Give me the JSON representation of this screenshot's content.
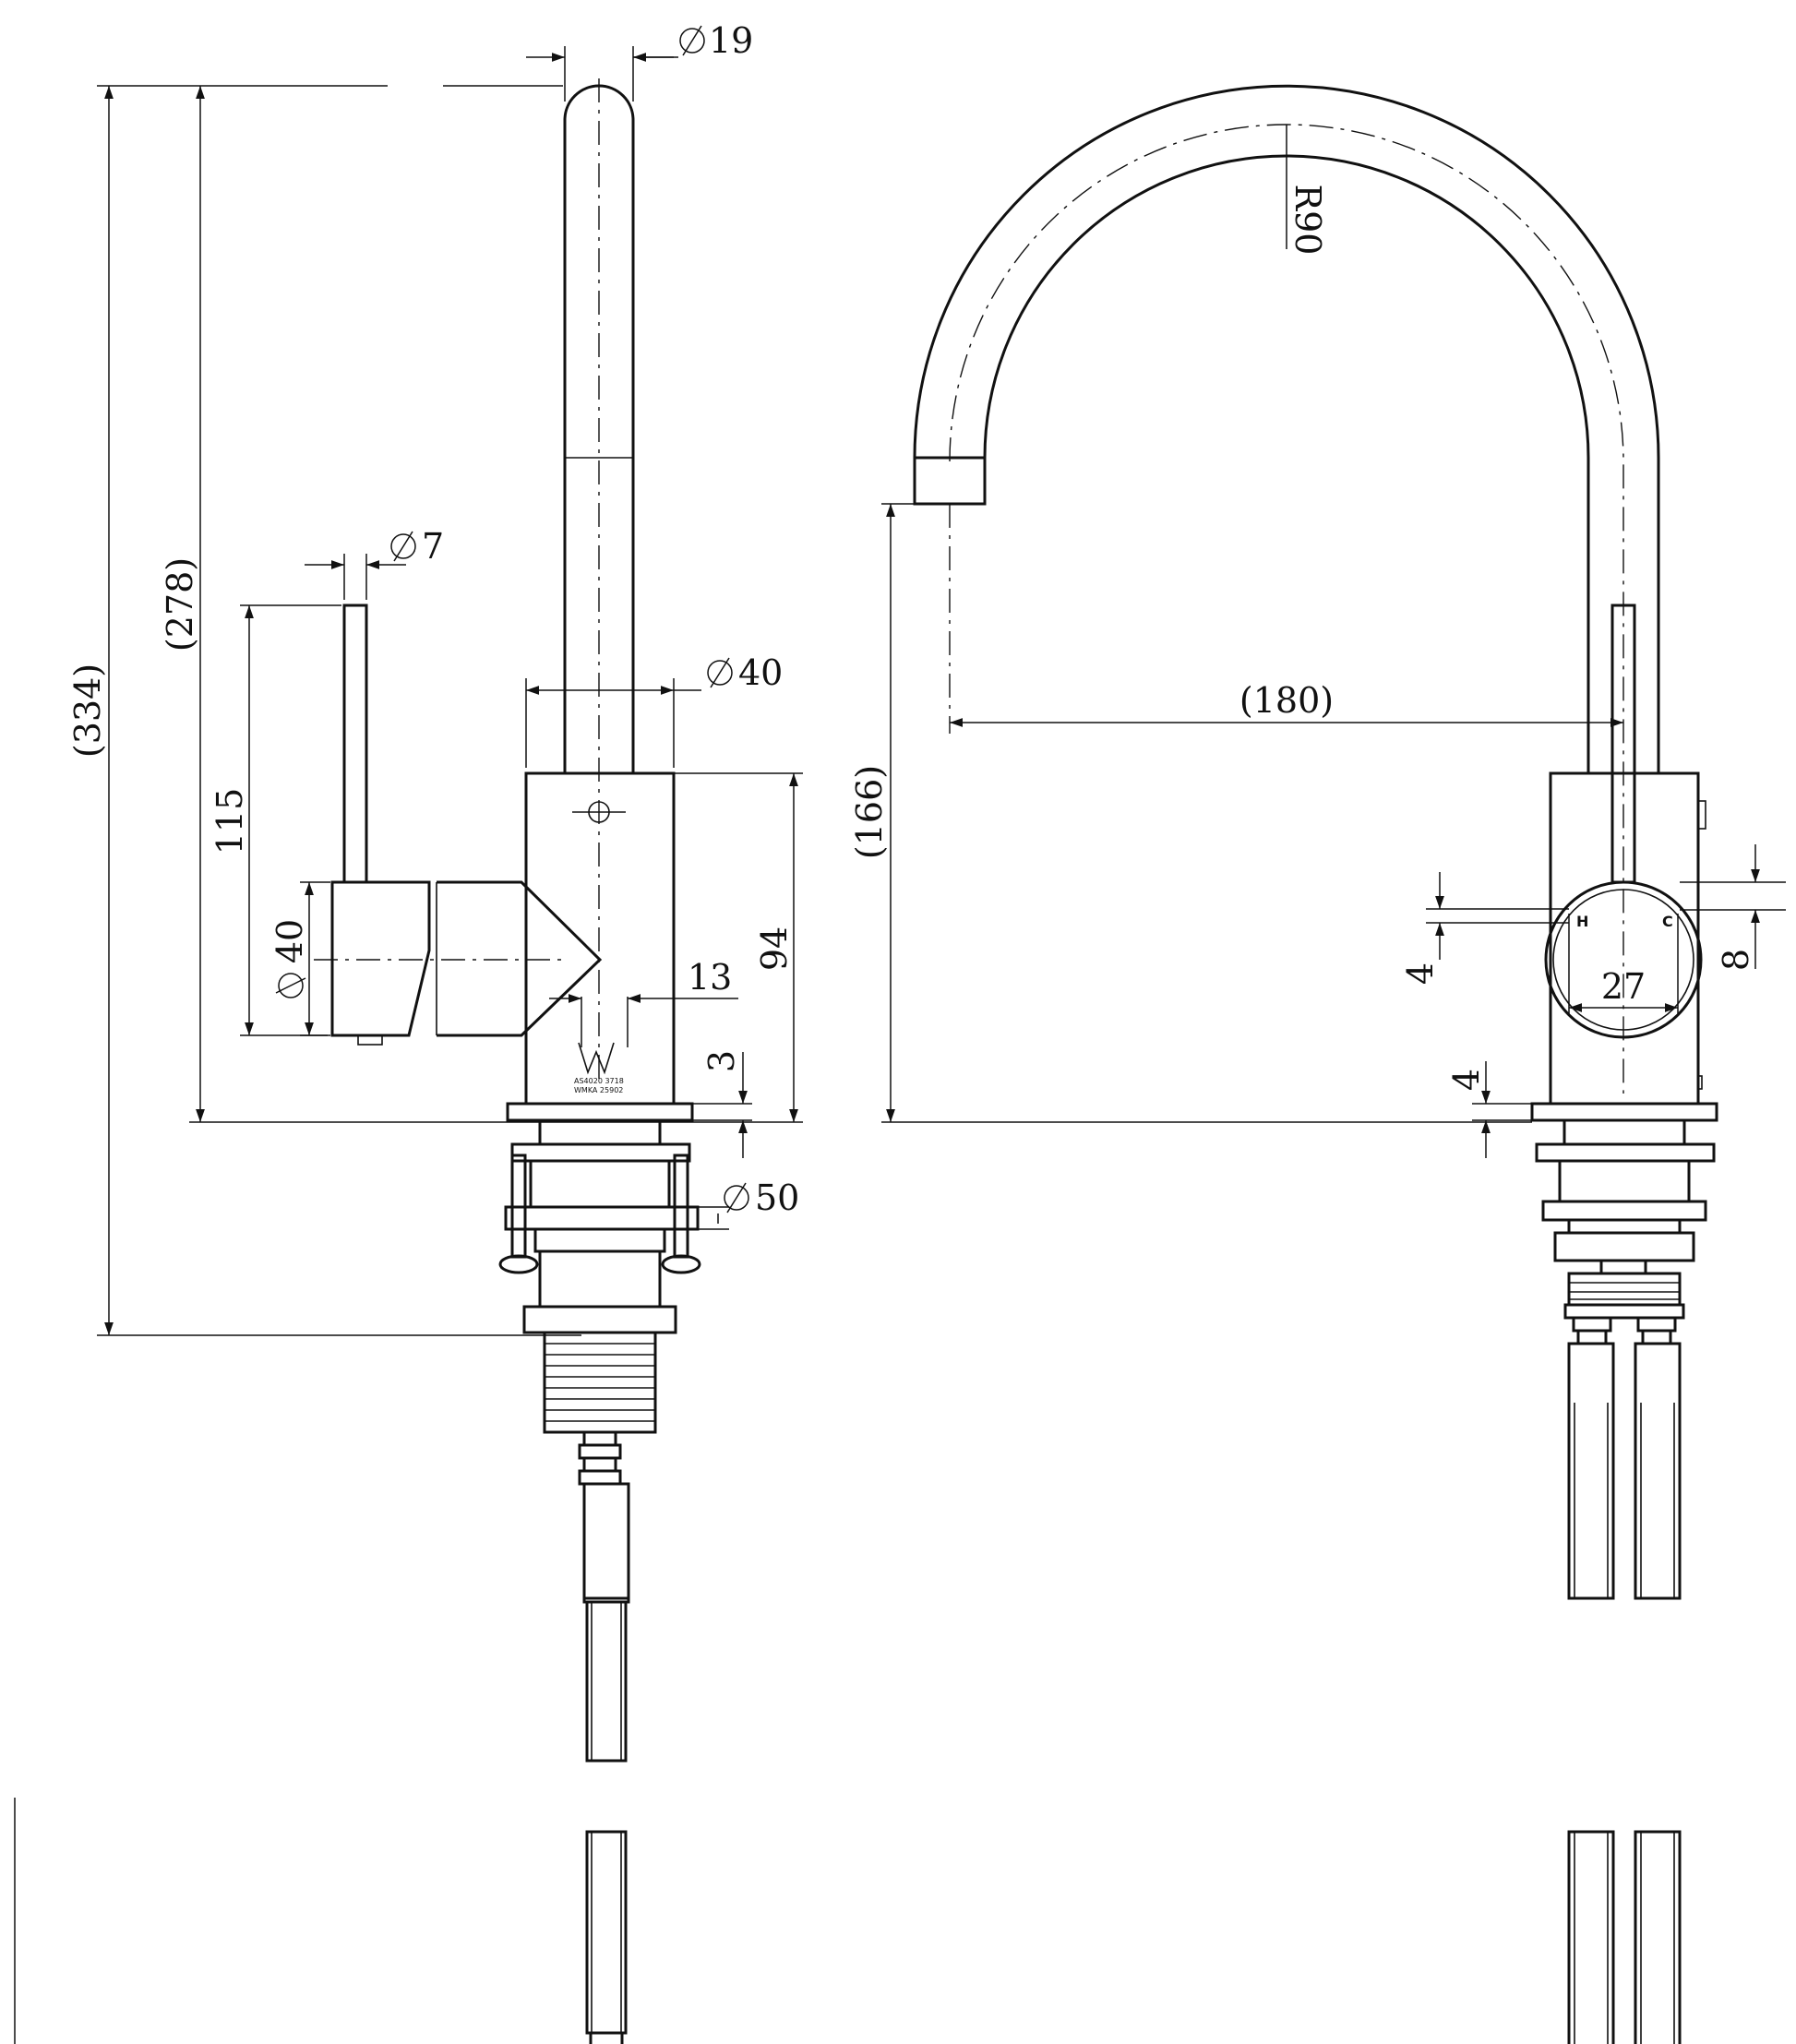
{
  "side_view": {
    "dim_spout_diameter": "19",
    "dim_lever_diameter": "7",
    "dim_body_diameter": "40",
    "dim_lever_height": "115",
    "dim_handle_diameter": "40",
    "dim_total_height": "(334)",
    "dim_spout_height": "(278)",
    "dim_body_height": "94",
    "dim_outlet": "13",
    "dim_flange_thickness": "3",
    "dim_base_diameter": "50",
    "watermark_code_1": "AS4020 3718",
    "watermark_code_2": "WMKA 25902"
  },
  "front_view": {
    "dim_spout_radius": "R90",
    "dim_spout_reach": "(180)",
    "dim_outlet_height": "(166)",
    "dim_handle_width": "27",
    "dim_indicator": "4",
    "dim_side_offset": "8",
    "dim_flange": "4",
    "label_hot": "H",
    "label_cold": "C"
  },
  "colors": {
    "line": "#111111",
    "background": "#ffffff"
  }
}
